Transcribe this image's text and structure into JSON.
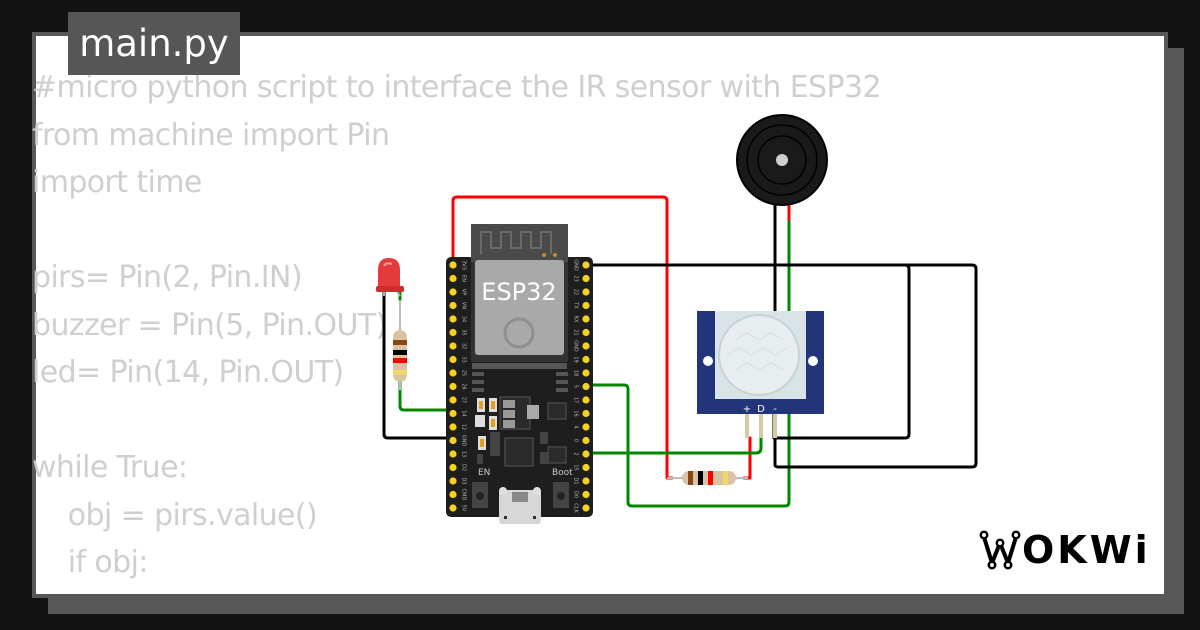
{
  "file_tab": {
    "label": "main.py"
  },
  "code": {
    "lines": [
      "#micro python script to interface the IR sensor with ESP32",
      "from machine import Pin",
      "import time",
      "",
      "pirs= Pin(2, Pin.IN)",
      "buzzer = Pin(5, Pin.OUT)",
      "led= Pin(14, Pin.OUT)",
      "",
      "while True:",
      "    obj = pirs.value()",
      "    if obj:"
    ]
  },
  "board": {
    "label": "ESP32",
    "left_pins": [
      "3V3",
      "EN",
      "VP",
      "VN",
      "34",
      "35",
      "32",
      "33",
      "25",
      "26",
      "27",
      "14",
      "12",
      "GND",
      "13",
      "D2",
      "D3",
      "CMD",
      "5V"
    ],
    "right_pins": [
      "GND",
      "23",
      "22",
      "TX",
      "RX",
      "21",
      "GND",
      "19",
      "18",
      "5",
      "17",
      "16",
      "4",
      "0",
      "2",
      "15",
      "D1",
      "D0",
      "CLK"
    ],
    "en_button_label": "EN",
    "boot_button_label": "Boot"
  },
  "pir_sensor": {
    "pin_labels": [
      "+",
      "D",
      "-"
    ]
  },
  "colors": {
    "wire_red": "#ff0000",
    "wire_green": "#008800",
    "wire_black": "#000000",
    "pin_yellow": "#f5d21b",
    "board_black": "#1e1e1e",
    "pir_blue": "#23357a"
  },
  "brand": {
    "logo": "WOKWi"
  }
}
